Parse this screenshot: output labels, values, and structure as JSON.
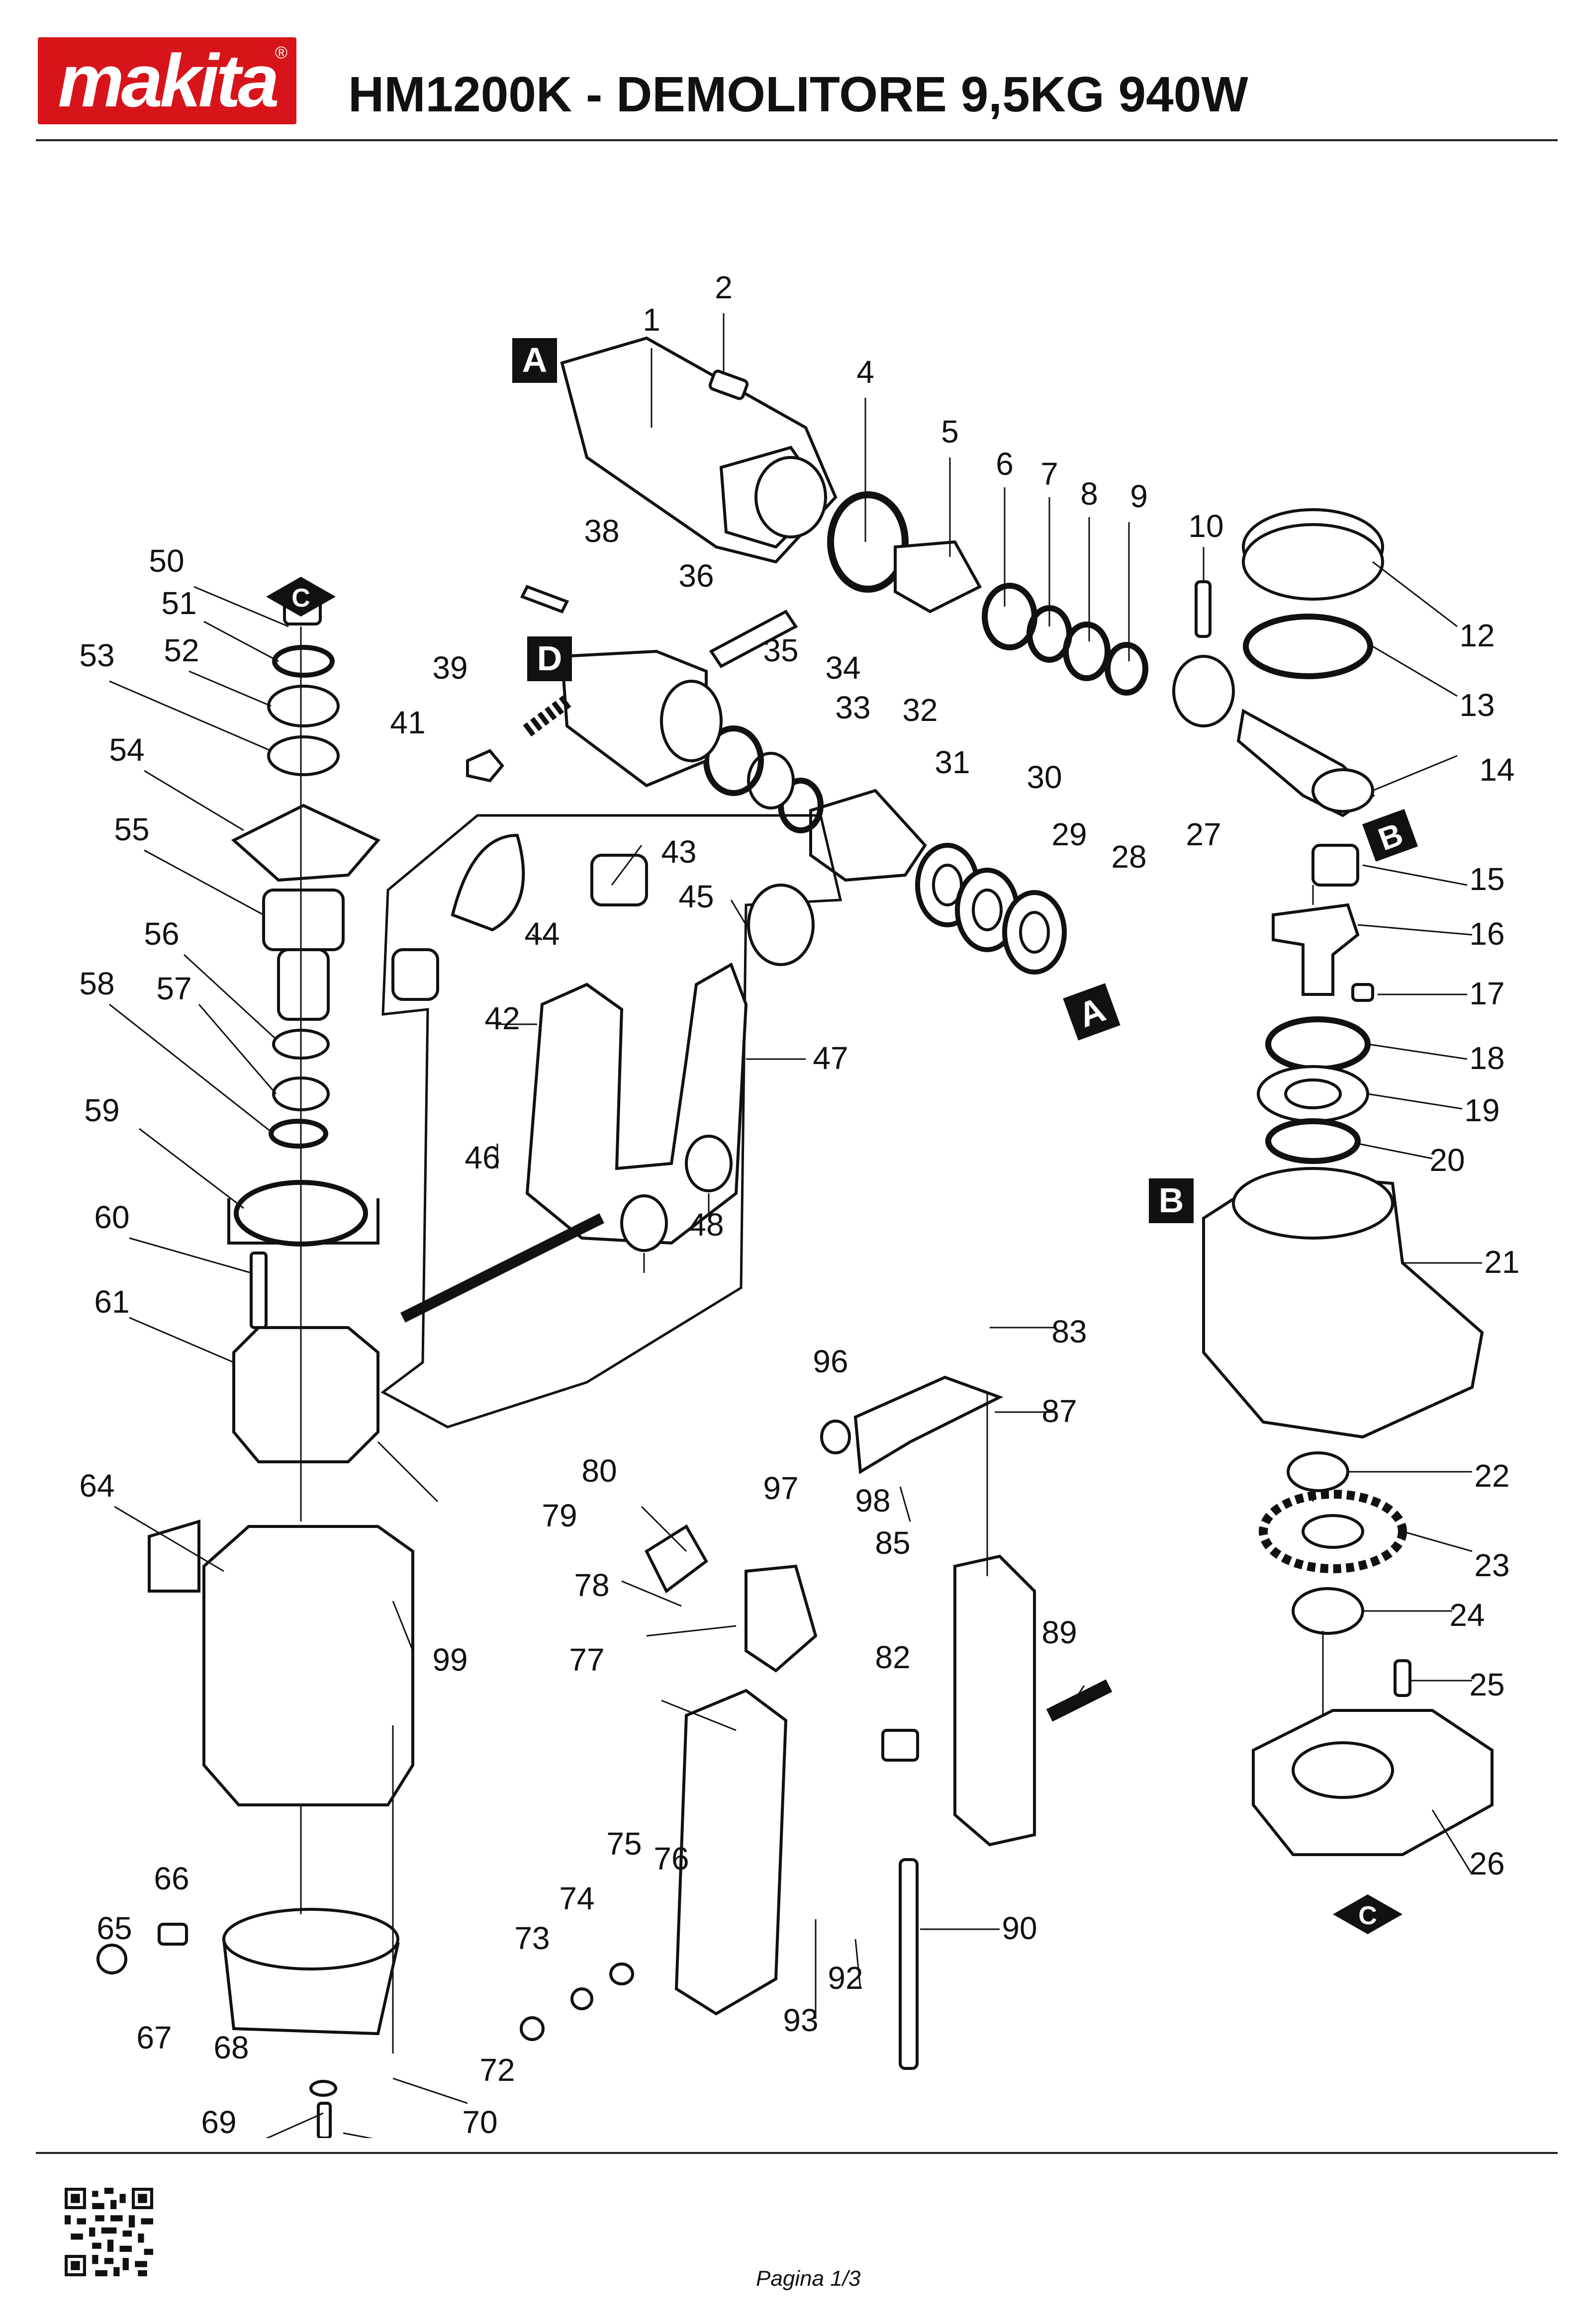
{
  "brand": {
    "name": "makita",
    "color": "#d7141a"
  },
  "document": {
    "title": "HM1200K - DEMOLITORE 9,5KG 940W"
  },
  "footer": {
    "page": "Pagina 1/3"
  },
  "icons": {
    "qr": "qr-code-icon"
  },
  "reference_markers": [
    "A",
    "B",
    "C",
    "D"
  ],
  "part_numbers": [
    "1",
    "2",
    "4",
    "5",
    "6",
    "7",
    "8",
    "9",
    "10",
    "12",
    "13",
    "14",
    "15",
    "16",
    "17",
    "18",
    "19",
    "20",
    "21",
    "22",
    "23",
    "24",
    "25",
    "26",
    "27",
    "28",
    "29",
    "30",
    "31",
    "32",
    "33",
    "34",
    "35",
    "36",
    "38",
    "39",
    "41",
    "42",
    "43",
    "44",
    "45",
    "46",
    "47",
    "48",
    "50",
    "51",
    "52",
    "53",
    "54",
    "55",
    "56",
    "57",
    "58",
    "59",
    "60",
    "61",
    "64",
    "65",
    "66",
    "67",
    "68",
    "69",
    "70",
    "72",
    "73",
    "74",
    "75",
    "76",
    "77",
    "78",
    "79",
    "80",
    "82",
    "83",
    "85",
    "87",
    "89",
    "90",
    "92",
    "93",
    "96",
    "97",
    "98",
    "99"
  ]
}
